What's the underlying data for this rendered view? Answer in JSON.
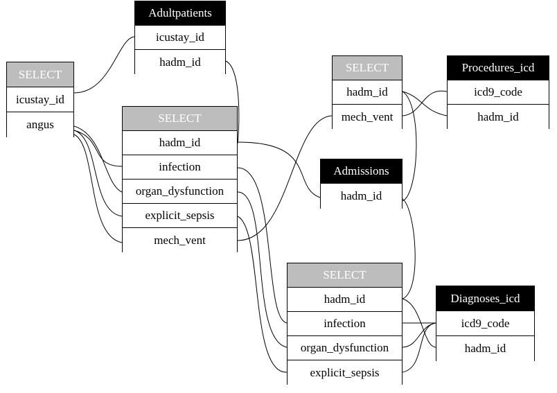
{
  "diagram": {
    "colors": {
      "table_header": "#000000",
      "select_header": "#bdbdbd",
      "line": "#000000"
    },
    "nodes": [
      {
        "id": "select1",
        "kind": "select",
        "title": "SELECT",
        "fields": [
          "icustay_id",
          "angus"
        ]
      },
      {
        "id": "adultpatients",
        "kind": "table",
        "title": "Adultpatients",
        "fields": [
          "icustay_id",
          "hadm_id"
        ]
      },
      {
        "id": "select2",
        "kind": "select",
        "title": "SELECT",
        "fields": [
          "hadm_id",
          "infection",
          "organ_dysfunction",
          "explicit_sepsis",
          "mech_vent"
        ]
      },
      {
        "id": "select3",
        "kind": "select",
        "title": "SELECT",
        "fields": [
          "hadm_id",
          "mech_vent"
        ]
      },
      {
        "id": "procedures",
        "kind": "table",
        "title": "Procedures_icd",
        "fields": [
          "icd9_code",
          "hadm_id"
        ]
      },
      {
        "id": "admissions",
        "kind": "table",
        "title": "Admissions",
        "fields": [
          "hadm_id"
        ]
      },
      {
        "id": "select4",
        "kind": "select",
        "title": "SELECT",
        "fields": [
          "hadm_id",
          "infection",
          "organ_dysfunction",
          "explicit_sepsis"
        ]
      },
      {
        "id": "diagnoses",
        "kind": "table",
        "title": "Diagnoses_icd",
        "fields": [
          "icd9_code",
          "hadm_id"
        ]
      }
    ]
  }
}
